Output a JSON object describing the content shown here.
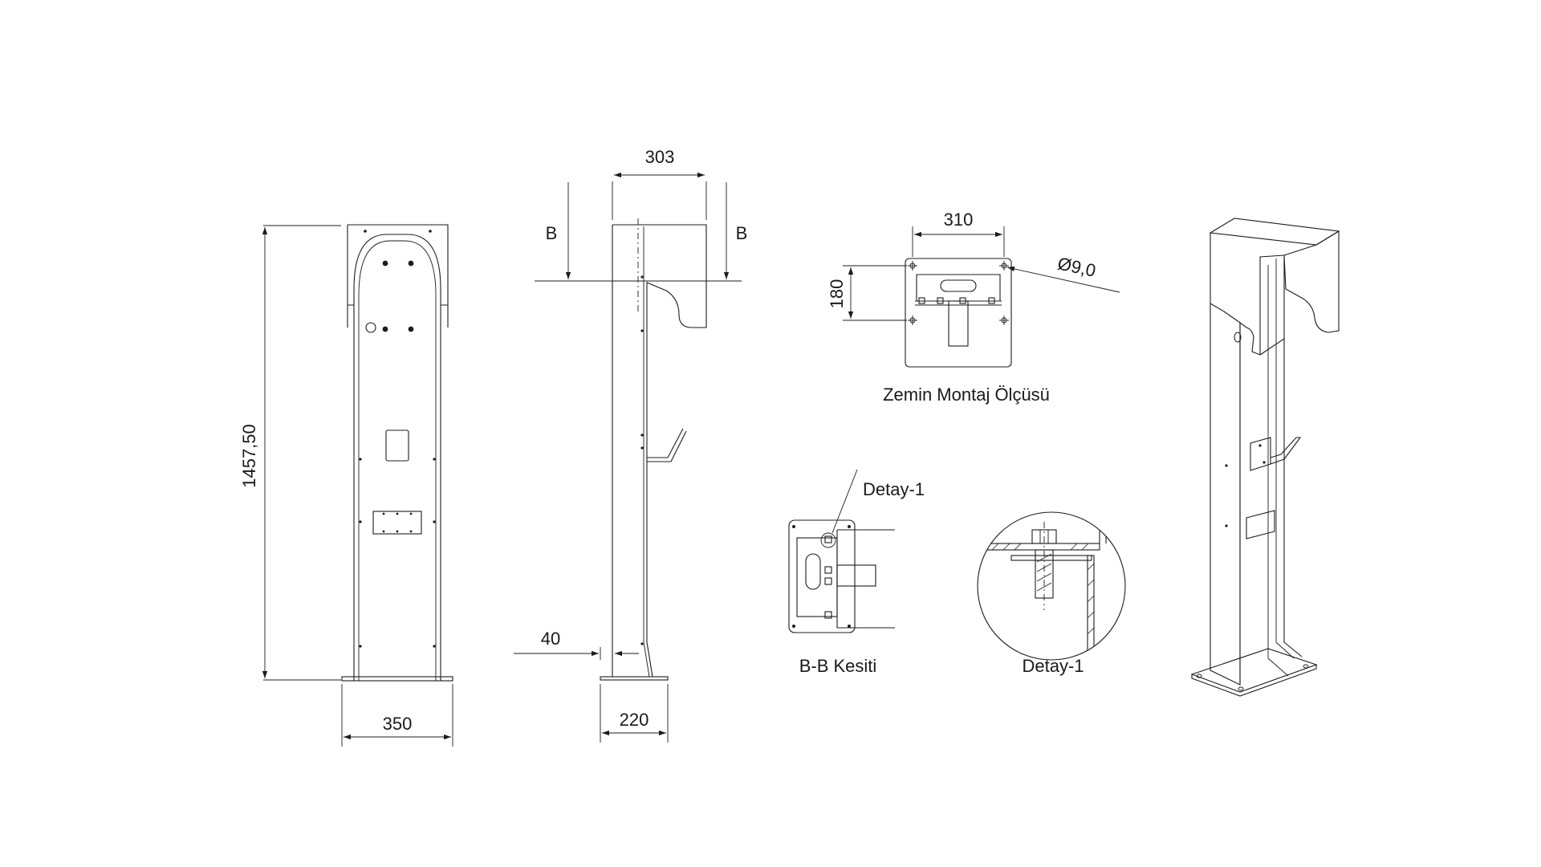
{
  "front_view": {
    "height_label": "1457,50",
    "width_label": "350"
  },
  "side_view": {
    "top_width_label": "303",
    "base_width_label": "220",
    "offset_label": "40",
    "section_mark_left": "B",
    "section_mark_right": "B"
  },
  "floor_mount": {
    "width_label": "310",
    "depth_label": "180",
    "hole_label": "Ø9,0",
    "caption": "Zemin Montaj Ölçüsü"
  },
  "section_bb": {
    "callout_label": "Detay-1",
    "caption": "B-B Kesiti"
  },
  "detail_1": {
    "caption": "Detay-1"
  },
  "colors": {
    "line": "#1c1c1c",
    "background": "#ffffff"
  }
}
